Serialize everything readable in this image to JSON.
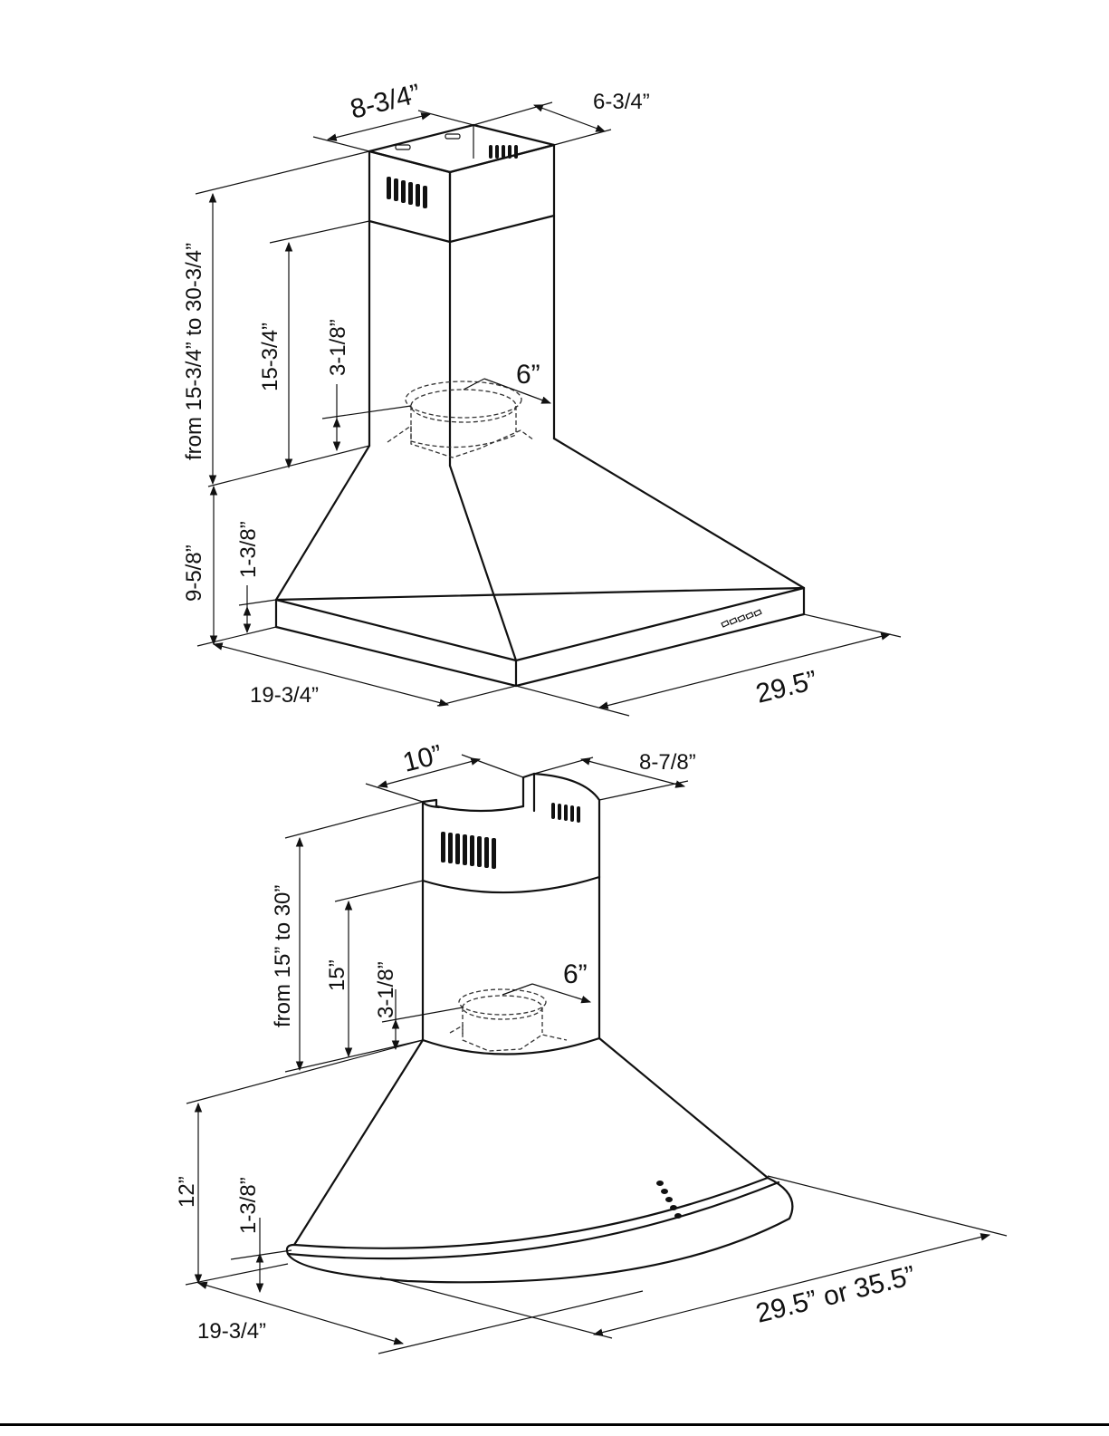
{
  "colors": {
    "line": "#111111",
    "background": "#ffffff"
  },
  "square_hood": {
    "chimney_depth": "8-3/4”",
    "chimney_width": "6-3/4”",
    "chimney_height_range": "from 15-3/4” to 30-3/4”",
    "lower_chimney_height": "15-3/4”",
    "collar_height": "3-1/8”",
    "duct_diameter": "6”",
    "canopy_height": "9-5/8”",
    "rim_height": "1-3/8”",
    "hood_depth": "19-3/4”",
    "hood_width": "29.5”"
  },
  "round_hood": {
    "chimney_depth": "10”",
    "chimney_width": "8-7/8”",
    "chimney_height_range": "from 15” to 30”",
    "lower_chimney_height": "15”",
    "collar_height": "3-1/8”",
    "duct_diameter": "6”",
    "canopy_height": "12”",
    "rim_height": "1-3/8”",
    "hood_depth": "19-3/4”",
    "hood_width": "29.5” or 35.5”"
  }
}
